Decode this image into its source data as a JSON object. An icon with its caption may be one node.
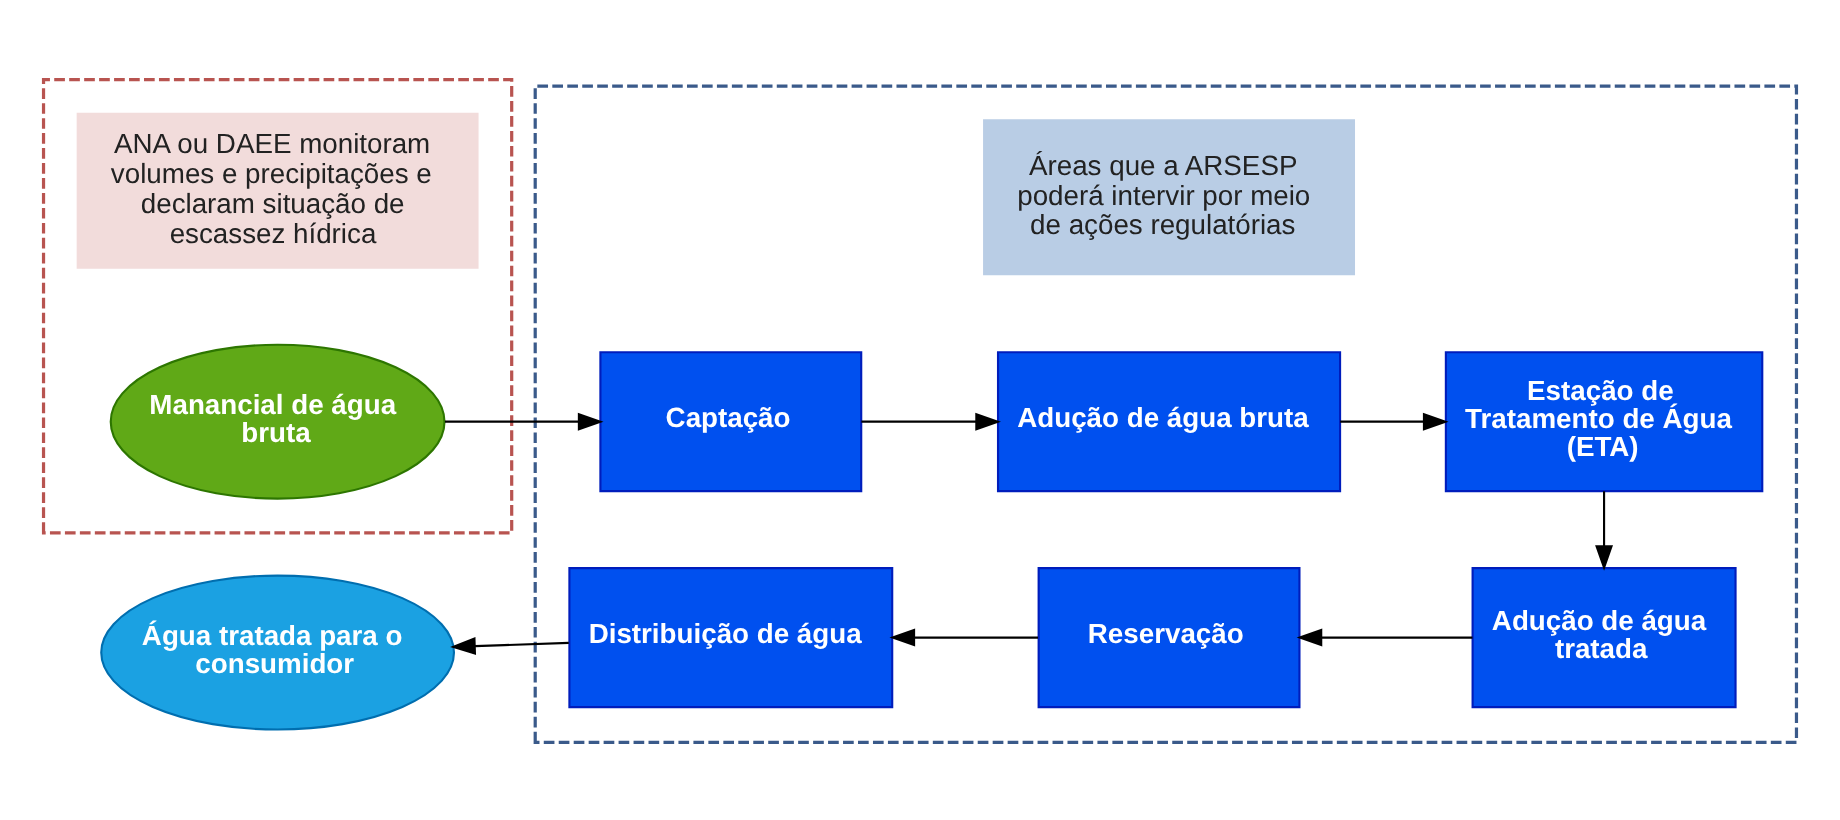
{
  "diagram": {
    "nodes": [
      {
        "text": [],
        "shape": "box"
      },
      {
        "text": [
          "ANA ou DAEE monitoram volumes e precipitações e declaram situação de escassez hídrica"
        ],
        "in": 0
      },
      {
        "text": [
          "Manancial de água bruta"
        ],
        "in": 0
      },
      {
        "text": [],
        "shape": "box"
      },
      {
        "text": [
          "Áreas que a ARSESP poderá intervir por meio de ações regulatórias"
        ],
        "in": 3
      },
      {
        "text": [
          "Captação"
        ],
        "in": 3
      },
      {
        "text": [
          "Adução de água bruta"
        ],
        "in": 3
      },
      {
        "text": [
          "Estação de Tratamento de Água (ETA)"
        ],
        "in": 3
      },
      {
        "text": [
          "Adução de água tratada"
        ],
        "in": 3
      },
      {
        "text": [
          "Reservação"
        ],
        "in": 3
      },
      {
        "text": [
          "Distribuição de água"
        ],
        "in": 3
      },
      {
        "text": [
          "Água tratada para o consumidor"
        ]
      }
    ],
    "edges": [
      {
        "from": 2,
        "to": 5,
        "arrow": "to"
      },
      {
        "from": 5,
        "to": 6,
        "arrow": "to"
      },
      {
        "from": 6,
        "to": 7,
        "arrow": "to"
      },
      {
        "from": 7,
        "to": 8,
        "arrow": "to"
      },
      {
        "from": 8,
        "to": 9,
        "arrow": "to"
      },
      {
        "from": 9,
        "to": 10,
        "arrow": "to"
      },
      {
        "from": 10,
        "to": 11,
        "arrow": "to"
      }
    ]
  }
}
